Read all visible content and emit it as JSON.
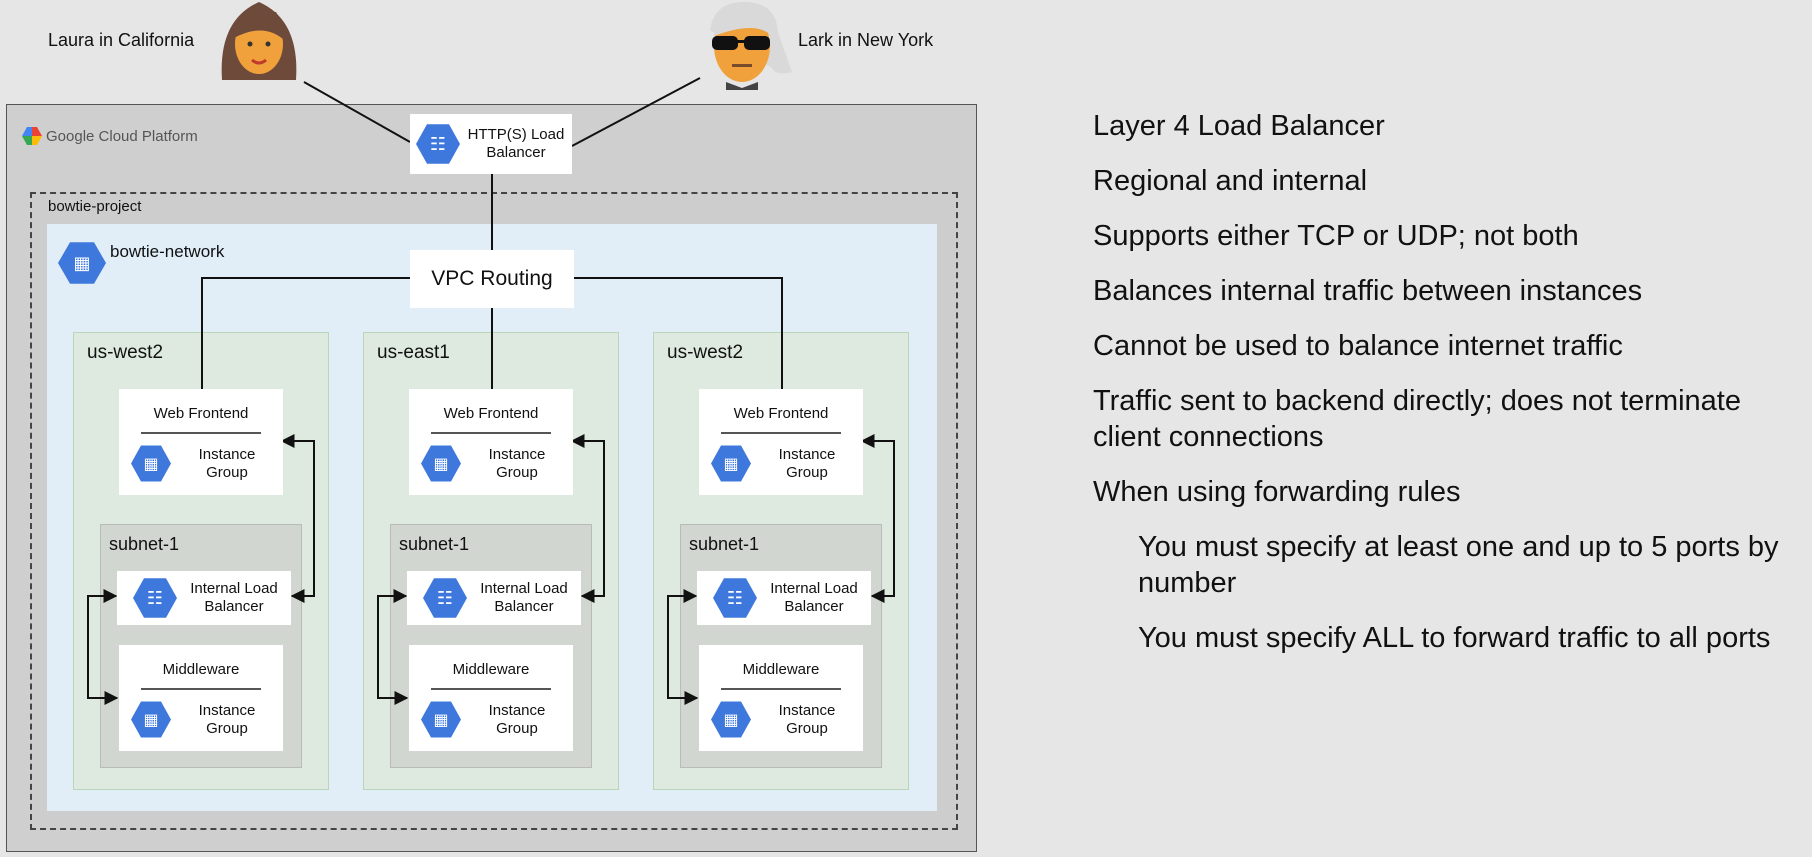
{
  "users": {
    "left": "Laura in California",
    "right": "Lark in New York"
  },
  "gcp": {
    "logo_text": "Google Cloud Platform"
  },
  "http_lb": {
    "label_line1": "HTTP(S) Load",
    "label_line2": "Balancer"
  },
  "project": {
    "name": "bowtie-project"
  },
  "network": {
    "name": "bowtie-network"
  },
  "vpc_routing": "VPC Routing",
  "regions": [
    {
      "name": "us-west2",
      "web_title": "Web Frontend",
      "ig1": "Instance",
      "ig2": "Group",
      "subnet": "subnet-1",
      "ilb1": "Internal Load",
      "ilb2": "Balancer",
      "mw_title": "Middleware",
      "mw1": "Instance",
      "mw2": "Group"
    },
    {
      "name": "us-east1",
      "web_title": "Web Frontend",
      "ig1": "Instance",
      "ig2": "Group",
      "subnet": "subnet-1",
      "ilb1": "Internal Load",
      "ilb2": "Balancer",
      "mw_title": "Middleware",
      "mw1": "Instance",
      "mw2": "Group"
    },
    {
      "name": "us-west2",
      "web_title": "Web Frontend",
      "ig1": "Instance",
      "ig2": "Group",
      "subnet": "subnet-1",
      "ilb1": "Internal Load",
      "ilb2": "Balancer",
      "mw_title": "Middleware",
      "mw1": "Instance",
      "mw2": "Group"
    }
  ],
  "bullets": [
    "Layer 4 Load Balancer",
    "Regional and internal",
    "Supports either TCP or UDP; not both",
    "Balances internal traffic between instances",
    "Cannot be used to balance internet traffic",
    "Traffic sent to backend directly; does not terminate",
    "client connections",
    "When using forwarding rules",
    "You must specify at least one and up to 5 ports by",
    "number",
    "You must specify ALL to forward traffic to all ports"
  ],
  "colors": {
    "hex_icon": "#3f78dc",
    "region_fill": "#deeadf",
    "network_fill": "#e1eef8"
  },
  "icons": {
    "load_balancer": "sitemap-icon",
    "instance_group": "chip-icon",
    "network": "network-icon"
  }
}
